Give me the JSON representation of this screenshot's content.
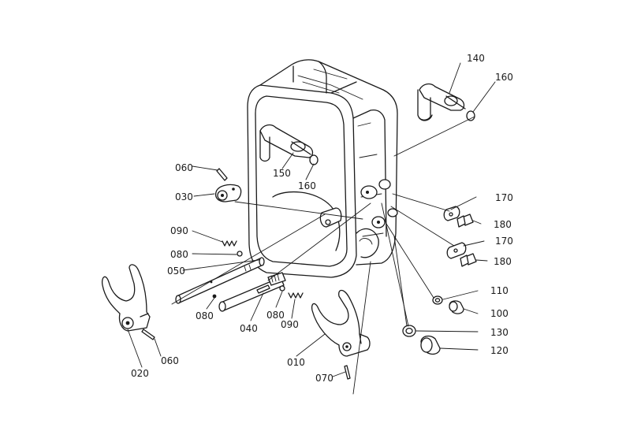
{
  "labels": {
    "p010": "010",
    "p020": "020",
    "p030": "030",
    "p040": "040",
    "p050": "050",
    "p060a": "060",
    "p060b": "060",
    "p070": "070",
    "p080a": "080",
    "p080b": "080",
    "p080c": "080",
    "p090a": "090",
    "p090b": "090",
    "p100": "100",
    "p110": "110",
    "p120": "120",
    "p130": "130",
    "p140": "140",
    "p150": "150",
    "p160a": "160",
    "p160b": "160",
    "p170a": "170",
    "p170b": "170",
    "p180a": "180",
    "p180b": "180"
  }
}
